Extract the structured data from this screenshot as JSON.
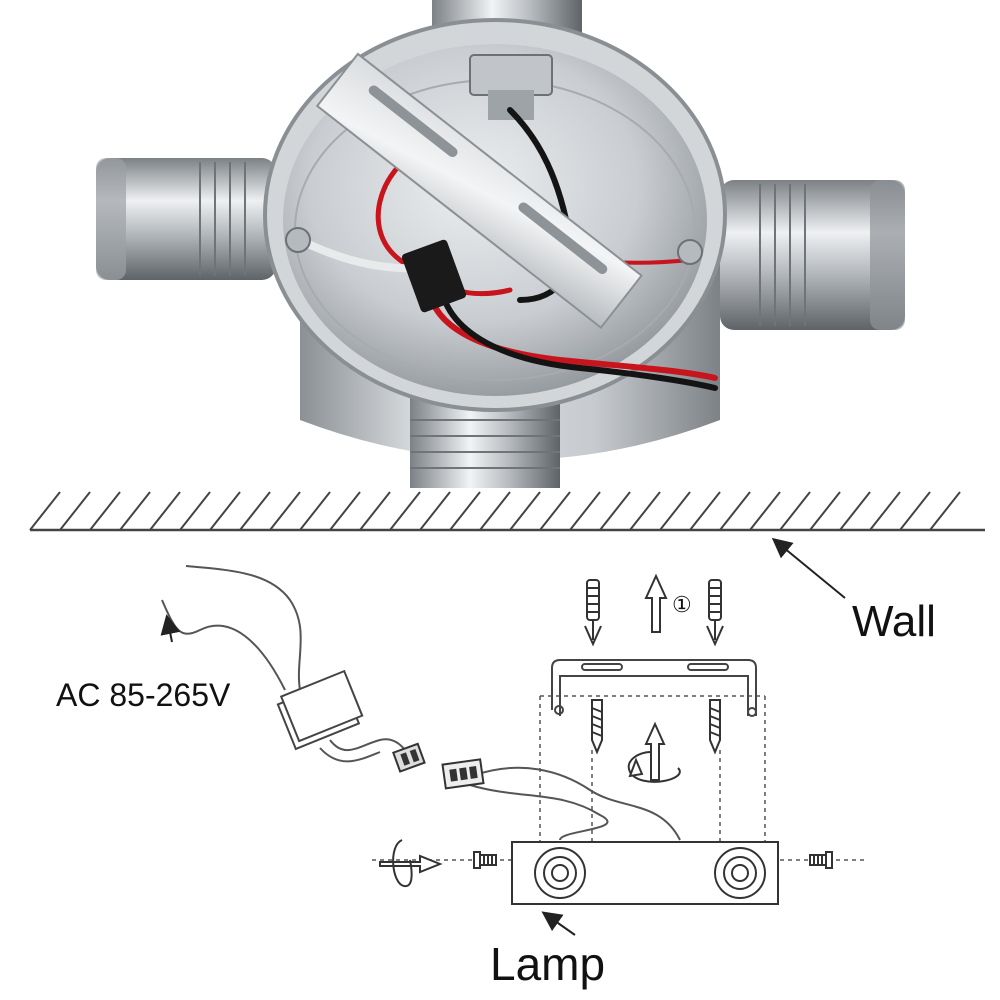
{
  "labels": {
    "wall": "Wall",
    "voltage": "AC 85-265V",
    "lamp": "Lamp",
    "step": "①"
  },
  "colors": {
    "metal_light": "#e4e6e8",
    "metal_mid": "#b4b8bc",
    "metal_dark": "#6f7478",
    "wire_red": "#c8141c",
    "wire_black": "#141414",
    "line_art": "#333333"
  },
  "icons": [
    "screw-anchor-icon",
    "arrow-up-icon",
    "rotate-arrow-icon",
    "screw-icon"
  ]
}
